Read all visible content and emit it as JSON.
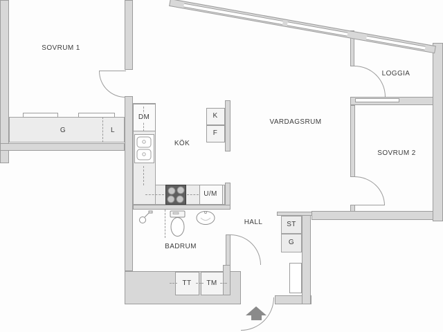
{
  "plan": {
    "rooms": {
      "sovrum1": "SOVRUM 1",
      "loggia": "LOGGIA",
      "vardagsrum": "VARDAGSRUM",
      "sovrum2": "SOVRUM 2",
      "kok": "KÖK",
      "hall": "HALL",
      "badrum": "BADRUM"
    },
    "fixtures": {
      "wardrobe": "G",
      "linen": "L",
      "dishwasher": "DM",
      "fridge": "K",
      "freezer": "F",
      "oven_micro": "U/M",
      "cleaning_closet": "ST",
      "hall_wardrobe": "G",
      "dryer": "TT",
      "washer": "TM"
    },
    "colors": {
      "wall": "#d8d8d8",
      "wall_edge": "#9c9c9c",
      "closet_fill": "#ececec",
      "stove": "#5f5f5f",
      "entrance_arrow": "#8a8a8a",
      "label_text": "#3c3c3c"
    }
  }
}
